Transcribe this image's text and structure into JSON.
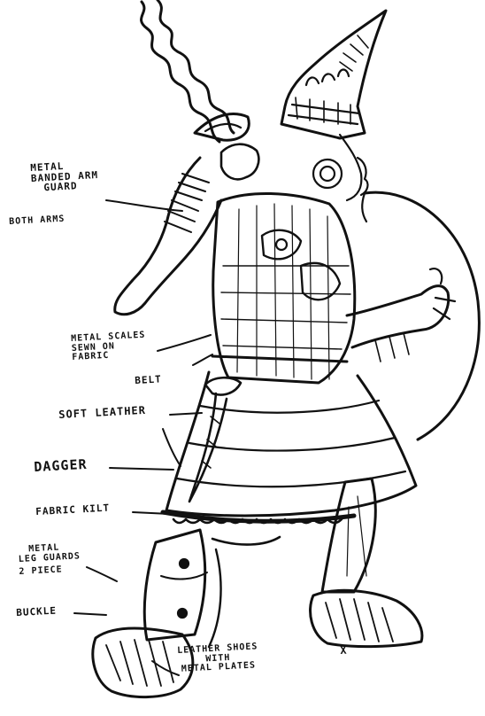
{
  "annotations": {
    "arm_guard": [
      "METAL",
      "BANDED ARM",
      "GUARD"
    ],
    "both_arms": "BOTH ARMS",
    "scales": [
      "METAL SCALES",
      "SEWN ON",
      "FABRIC"
    ],
    "belt": "BELT",
    "soft_leather": "SOFT LEATHER",
    "dagger": "DAGGER",
    "kilt": "FABRIC KILT",
    "leg_guards": [
      "METAL",
      "LEG GUARDS",
      "2 PIECE"
    ],
    "buckle": "BUCKLE",
    "shoes": [
      "LEATHER SHOES",
      "WITH",
      "METAL PLATES"
    ],
    "signature": "X"
  },
  "colors": {
    "ink": "#111111",
    "paper": "#ffffff"
  }
}
